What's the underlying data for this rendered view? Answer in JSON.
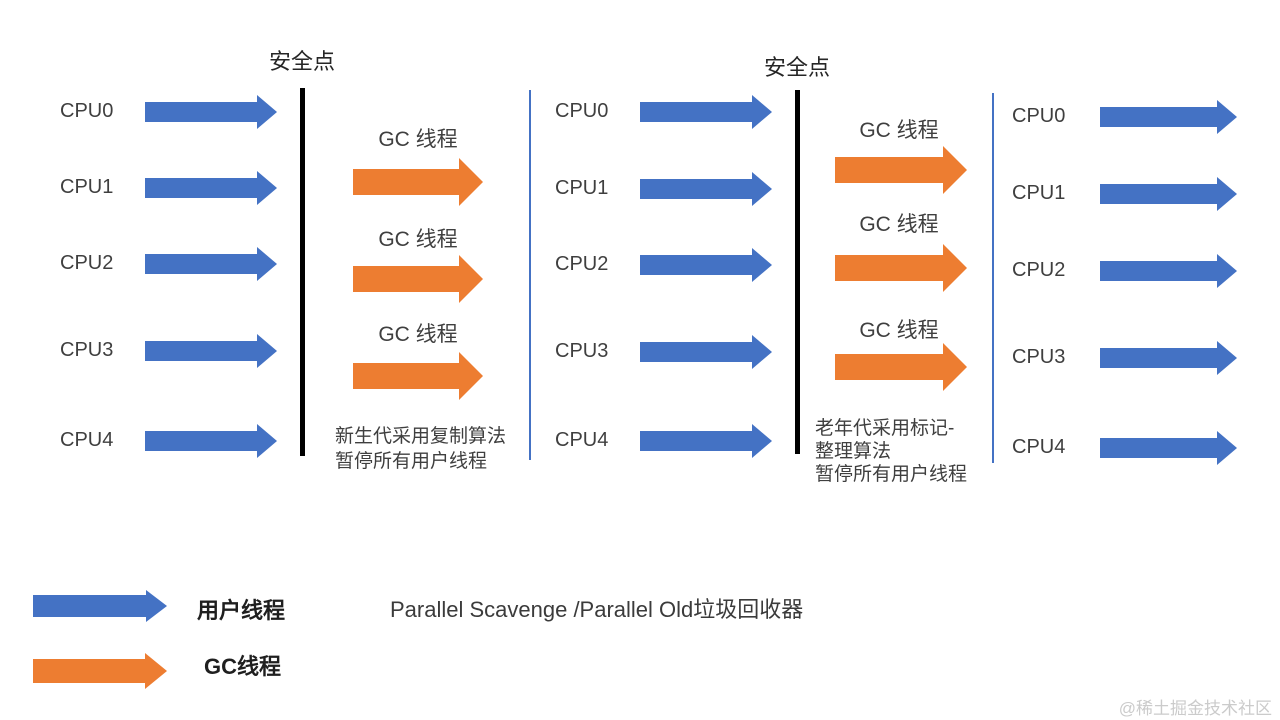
{
  "title": "Parallel Scavenge /Parallel Old垃圾回收器",
  "watermark": "@稀土掘金技术社区",
  "labels": {
    "safepoint": "安全点",
    "gc_thread": "GC 线程"
  },
  "cpu_labels": [
    "CPU0",
    "CPU1",
    "CPU2",
    "CPU3",
    "CPU4"
  ],
  "notes": {
    "young": [
      "新生代采用复制算法",
      "暂停所有用户线程"
    ],
    "old": [
      "老年代采用标记-",
      "整理算法",
      "暂停所有用户线程"
    ]
  },
  "legend": [
    {
      "label": "用户线程",
      "color": "#4472C4"
    },
    {
      "label": "GC线程",
      "color": "#ED7D31"
    }
  ],
  "colors": {
    "user_thread": "#4472C4",
    "gc_thread": "#ED7D31",
    "safepoint_line": "#000000",
    "separator": "#4472C4",
    "text": "#3f3f3f",
    "watermark": "#cbcbcb"
  }
}
